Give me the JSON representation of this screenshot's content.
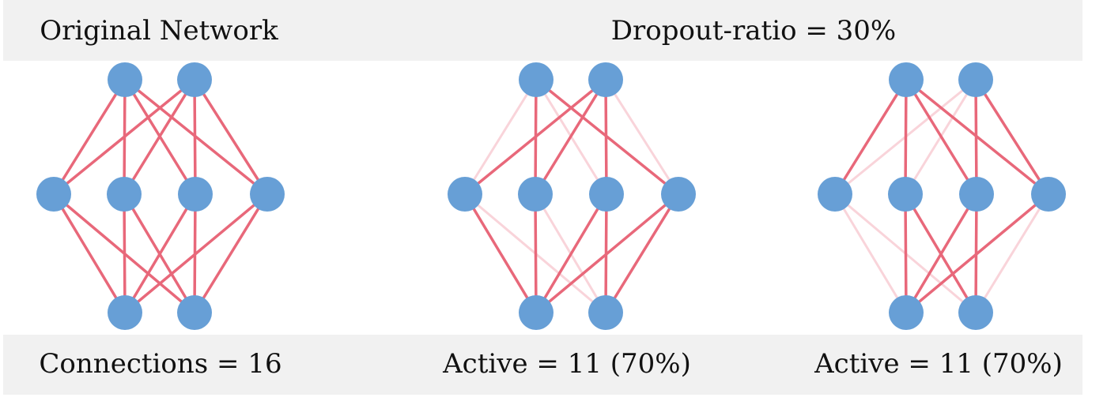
{
  "header": {
    "left_title": "Original Network",
    "right_title": "Dropout-ratio = 30%"
  },
  "footer": {
    "captions": [
      "Connections = 16",
      "Active = 11 (70%)",
      "Active = 11 (70%)"
    ]
  },
  "colors": {
    "node": "#679fd6",
    "edge_active": "#e8687a",
    "edge_dropped": "#f9d4da",
    "band": "#f1f1f1"
  },
  "networks": [
    {
      "name": "original",
      "layers": [
        2,
        4,
        2
      ],
      "dropped": {
        "in": [],
        "out": []
      }
    },
    {
      "name": "dropout-1",
      "layers": [
        2,
        4,
        2
      ],
      "dropped": {
        "in": [
          [
            0,
            0
          ],
          [
            0,
            2
          ],
          [
            1,
            3
          ]
        ],
        "out": [
          [
            0,
            1
          ],
          [
            1,
            1
          ]
        ]
      }
    },
    {
      "name": "dropout-2",
      "layers": [
        2,
        4,
        2
      ],
      "dropped": {
        "in": [
          [
            1,
            0
          ],
          [
            1,
            1
          ]
        ],
        "out": [
          [
            0,
            0
          ],
          [
            0,
            1
          ],
          [
            3,
            1
          ]
        ]
      }
    }
  ]
}
